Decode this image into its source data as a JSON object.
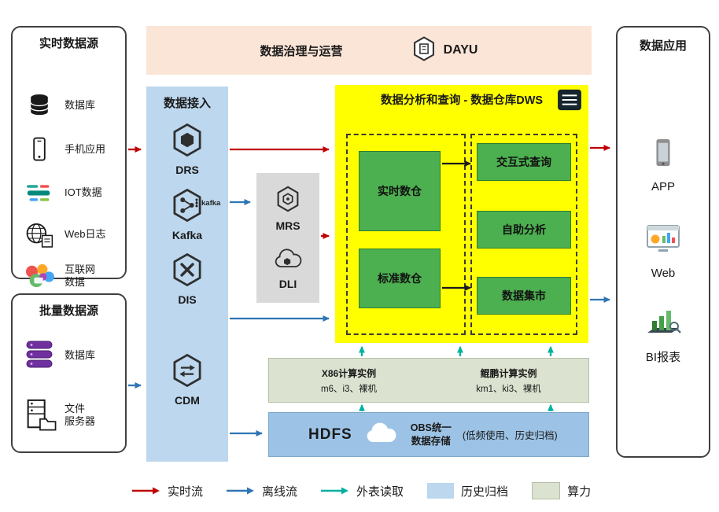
{
  "realtime_sources": {
    "title": "实时数据源",
    "items": [
      {
        "label": "数据库",
        "icon": "database-icon"
      },
      {
        "label": "手机应用",
        "icon": "smartphone-icon"
      },
      {
        "label": "IOT数据",
        "icon": "iot-wordcloud-icon"
      },
      {
        "label": "Web日志",
        "icon": "globe-document-icon"
      },
      {
        "label": "互联网\n数据",
        "icon": "internet-collage-icon"
      }
    ]
  },
  "batch_sources": {
    "title": "批量数据源",
    "items": [
      {
        "label": "数据库",
        "icon": "database-stack-purple-icon"
      },
      {
        "label": "文件\n服务器",
        "icon": "file-server-icon"
      }
    ]
  },
  "governance": {
    "title": "数据治理与运营",
    "product": "DAYU",
    "icon": "dayu-hexagon-icon"
  },
  "ingestion": {
    "title": "数据接入",
    "services": [
      {
        "name": "DRS",
        "icon": "drs-hexagon-icon"
      },
      {
        "name": "Kafka",
        "icon": "kafka-hexagon-icon",
        "wordmark": "kafka"
      },
      {
        "name": "DIS",
        "icon": "dis-hexagon-icon"
      },
      {
        "name": "CDM",
        "icon": "cdm-hexagon-icon"
      }
    ]
  },
  "processing": {
    "services": [
      {
        "name": "MRS",
        "icon": "mrs-hexagon-icon"
      },
      {
        "name": "DLI",
        "icon": "dli-cloud-icon"
      }
    ]
  },
  "dws": {
    "title": "数据分析和查询 - 数据仓库DWS",
    "icon": "document-list-icon",
    "warehouses": [
      "实时数仓",
      "标准数仓"
    ],
    "services": [
      "交互式查询",
      "自助分析",
      "数据集市"
    ]
  },
  "compute": {
    "x86": {
      "name": "X86计算实例",
      "spec": "m6、i3、裸机"
    },
    "kunpeng": {
      "name": "鲲鹏计算实例",
      "spec": "km1、ki3、裸机"
    }
  },
  "storage": {
    "hdfs": "HDFS",
    "obs": "OBS统一\n数据存储",
    "note": "(低频使用、历史归档)",
    "icon": "cloud-icon"
  },
  "applications": {
    "title": "数据应用",
    "items": [
      {
        "label": "APP",
        "icon": "smartphone-gray-icon"
      },
      {
        "label": "Web",
        "icon": "web-dashboard-icon"
      },
      {
        "label": "BI报表",
        "icon": "bar-chart-3d-icon"
      }
    ]
  },
  "legend": {
    "flows": [
      {
        "label": "实时流",
        "color": "#c00000",
        "type": "arrow"
      },
      {
        "label": "离线流",
        "color": "#2f75b5",
        "type": "arrow"
      },
      {
        "label": "外表读取",
        "color": "#00b0a0",
        "type": "arrow"
      },
      {
        "label": "历史归档",
        "color": "#bdd7ee",
        "type": "swatch"
      },
      {
        "label": "算力",
        "color": "#dbe3d0",
        "type": "swatch"
      }
    ]
  },
  "colors": {
    "governance_banner": "#fbe5d6",
    "ingestion_panel": "#bdd7ee",
    "processing_panel": "#d9d9d9",
    "dws_panel": "#ffff00",
    "module_green": "#4caf50",
    "compute_panel": "#dbe3d0",
    "storage_panel": "#9cc3e5"
  }
}
